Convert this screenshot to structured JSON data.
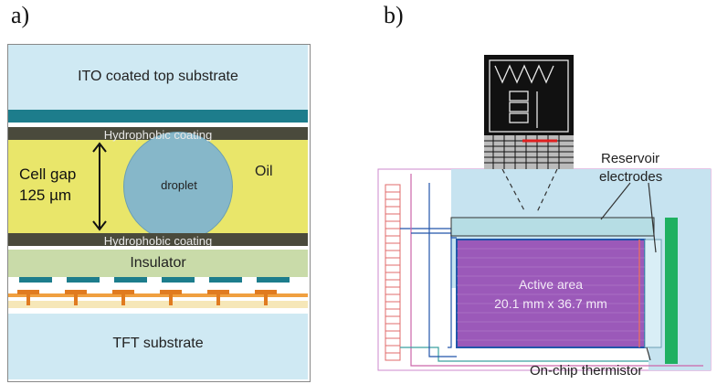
{
  "panel_a": {
    "label": "a)",
    "top_substrate": "ITO coated top substrate",
    "hydrophobic_top": "Hydrophobic coating",
    "cell_gap_line1": "Cell gap",
    "cell_gap_line2": "125 µm",
    "droplet": "droplet",
    "oil": "Oil",
    "hydrophobic_bottom": "Hydrophobic coating",
    "insulator": "Insulator",
    "tft_substrate": "TFT substrate"
  },
  "panel_b": {
    "label": "b)",
    "reservoir_line1": "Reservoir",
    "reservoir_line2": "electrodes",
    "active_line1": "Active area",
    "active_line2": "20.1 mm x 36.7 mm",
    "thermistor": "On-chip thermistor"
  },
  "colors": {
    "ito": "#cfe9f3",
    "teal_strip": "#1d7d8c",
    "hydrophobic": "#4a4a3c",
    "oil": "#e9e66a",
    "droplet": "#86b7c9",
    "insulator": "#c9dba9",
    "electrode": "#1d7d8c",
    "tft": "#cfe9f3",
    "active": "#9b59b9",
    "chip_bg": "#c6e3f0",
    "thermistor": "#1fb061"
  }
}
